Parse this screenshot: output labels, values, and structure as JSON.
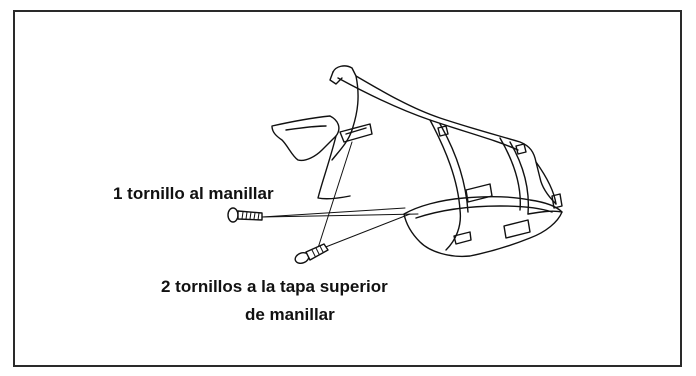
{
  "labels": {
    "screw_handlebar": "1 tornillo al manillar",
    "screws_cover_line1": "2 tornillos a la tapa superior",
    "screws_cover_line2": "de manillar"
  },
  "colors": {
    "ink": "#111111",
    "frame": "#2a2a2a",
    "background": "#ffffff"
  }
}
